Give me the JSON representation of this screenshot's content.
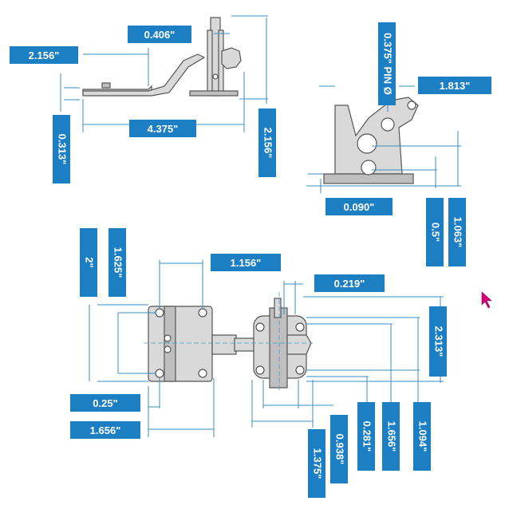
{
  "colors": {
    "label_bg": "#1c7fc4",
    "label_text": "#ffffff",
    "dim_line": "#3a8fc4",
    "part_fill": "#d9d9d9",
    "part_stroke": "#555555",
    "cursor": "#d6007a"
  },
  "labels": {
    "side_view": {
      "top_width": "0.406\"",
      "left_height": "2.156\"",
      "base_thickness": "0.313\"",
      "base_length": "4.375\"",
      "overall_height": "2.156\""
    },
    "end_view": {
      "pin": "0.375\" PIN Ø",
      "width": "1.813\"",
      "plate": "0.090\"",
      "pin_height": "0.5\"",
      "hole_height": "1.063\""
    },
    "plan_view": {
      "width": "1.156\"",
      "height_outer": "2\"",
      "height_holes": "1.625\"",
      "edge_offset": "0.25\"",
      "hole_spacing": "1.656\"",
      "gap": "0.219\"",
      "keeper_height": "2.313\"",
      "keeper_width": "1.375\"",
      "keeper_holes": "0.938\"",
      "keeper_offset": "0.281\"",
      "keeper_hole_spacing": "1.656\"",
      "keeper_hook": "1.094\""
    }
  },
  "icons": {
    "cursor": "mouse-pointer-icon"
  }
}
